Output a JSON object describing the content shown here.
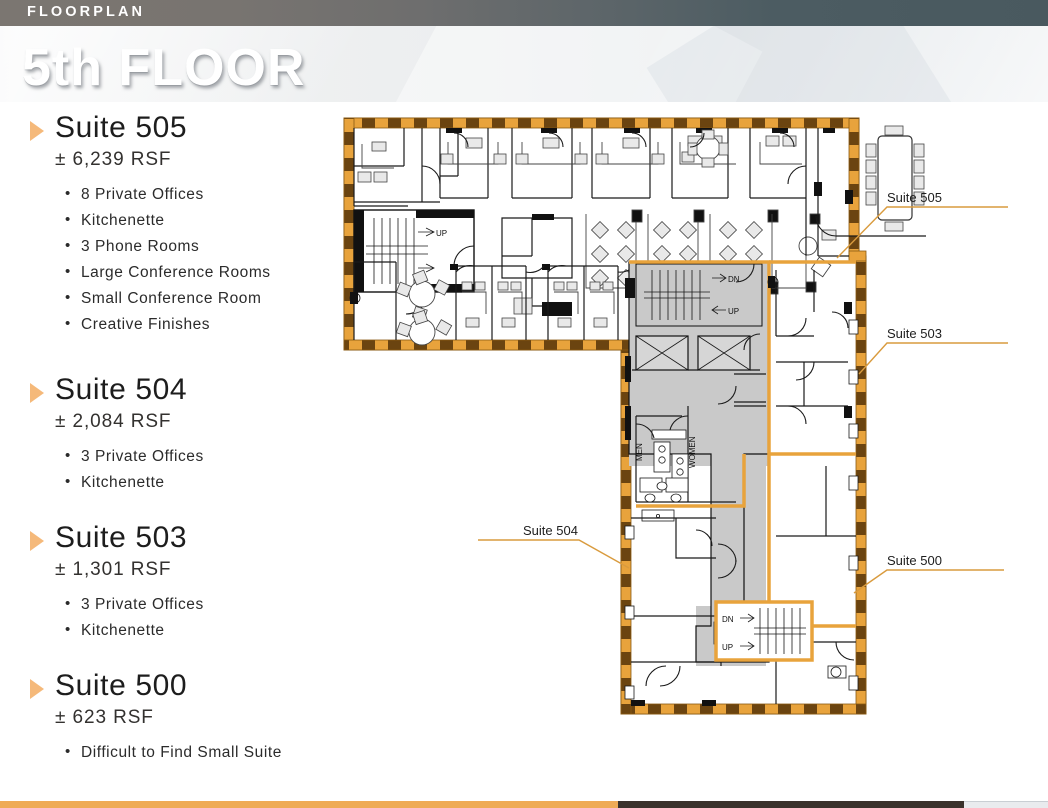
{
  "topbar": {
    "label": "FLOORPLAN",
    "gradient_left": "#7b7671",
    "gradient_right": "#49595f"
  },
  "hero": {
    "title": "5th FLOOR"
  },
  "accent_color": "#f5b97a",
  "wall_color": "#e8a33c",
  "core_fill": "#c9c9c9",
  "suites": [
    {
      "name": "Suite 505",
      "rsf": "± 6,239 RSF",
      "features": [
        "8 Private Offices",
        "Kitchenette",
        "3 Phone Rooms",
        "Large Conference Rooms",
        "Small Conference Room",
        "Creative Finishes"
      ]
    },
    {
      "name": "Suite 504",
      "rsf": "± 2,084 RSF",
      "features": [
        "3 Private Offices",
        "Kitchenette"
      ]
    },
    {
      "name": "Suite 503",
      "rsf": "± 1,301 RSF",
      "features": [
        "3 Private Offices",
        "Kitchenette"
      ]
    },
    {
      "name": "Suite 500",
      "rsf": "± 623 RSF",
      "features": [
        "Difficult to Find Small Suite"
      ]
    }
  ],
  "plan_callouts": [
    {
      "label": "Suite 505"
    },
    {
      "label": "Suite 503"
    },
    {
      "label": "Suite 500"
    },
    {
      "label": "Suite 504"
    }
  ],
  "plan_labels": {
    "stair_top_up": "UP",
    "core_stair_dn": "DN",
    "core_stair_up": "UP",
    "men": "MEN",
    "women": "WOMEN",
    "south_stair_dn": "DN",
    "south_stair_up": "UP"
  },
  "footer": {
    "segments": [
      {
        "color": "#efab56",
        "width_pct": 59
      },
      {
        "color": "#3a322c",
        "width_pct": 33
      },
      {
        "color": "#e9ebee",
        "width_pct": 8
      }
    ]
  }
}
